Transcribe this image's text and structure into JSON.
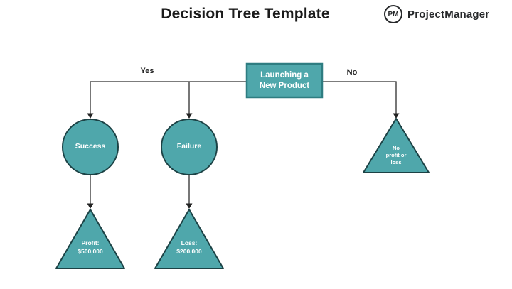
{
  "header": {
    "title": "Decision Tree Template",
    "logo": {
      "monogram": "PM",
      "brand": "ProjectManager"
    }
  },
  "colors": {
    "node_fill": "#4FA7AB",
    "rect_border": "#2E7D81",
    "shape_border": "#1C4245",
    "connector": "#2e2e2e",
    "text_on_node": "#ffffff",
    "text_dark": "#222222"
  },
  "tree": {
    "root": {
      "lines": [
        "Launching a",
        "New Product"
      ]
    },
    "branches": {
      "yes": "Yes",
      "no": "No"
    },
    "nodes": {
      "success": {
        "label": "Success"
      },
      "failure": {
        "label": "Failure"
      },
      "no_profit": {
        "lines": [
          "No",
          "profit or",
          "loss"
        ]
      },
      "profit": {
        "lines": [
          "Profit:",
          "$500,000"
        ]
      },
      "loss": {
        "lines": [
          "Loss:",
          "$200,000"
        ]
      }
    }
  }
}
